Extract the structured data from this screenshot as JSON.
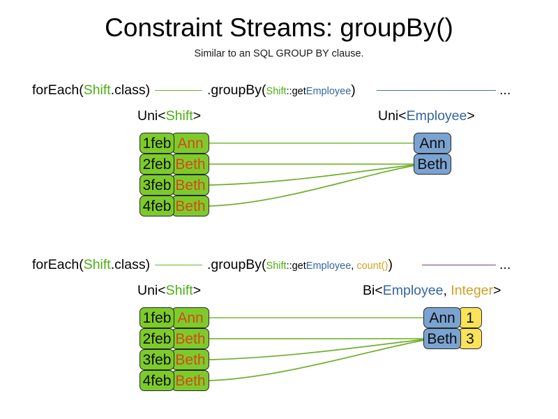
{
  "title": "Constraint Streams: groupBy()",
  "subtitle": "Similar to an SQL GROUP BY clause.",
  "colors": {
    "shift_green": "#7DCB2B",
    "employee_blue": "#7BA3D1",
    "integer_yellow": "#FAE25B",
    "name_orange": "#D9451B",
    "token_shift": "#4CAF14",
    "token_employee": "#3465A4",
    "token_integer": "#C9A227",
    "line_green": "#6CB22C",
    "line_blue": "#4A6FA8",
    "line_purple": "#6B3E8E"
  },
  "sections": [
    {
      "id": "groupby-single",
      "code": {
        "for_each": "forEach(",
        "for_each_type": "Shift",
        "for_each_suffix": ".class)",
        "group_by": ".groupBy(",
        "group_by_arg_class": "Shift",
        "group_by_arg_sep": "::get",
        "group_by_arg_member": "Employee",
        "group_by_close": ")",
        "ellipsis": "..."
      },
      "left_caption": {
        "prefix": "Uni<",
        "generic": "Shift",
        "suffix": ">"
      },
      "right_caption": {
        "prefix": "Uni<",
        "generic": "Employee",
        "suffix": ">"
      },
      "shifts": [
        {
          "date": "1feb",
          "employee": "Ann"
        },
        {
          "date": "2feb",
          "employee": "Beth"
        },
        {
          "date": "3feb",
          "employee": "Beth"
        },
        {
          "date": "4feb",
          "employee": "Beth"
        }
      ],
      "groups": [
        {
          "employee": "Ann"
        },
        {
          "employee": "Beth"
        }
      ],
      "mapping": [
        0,
        1,
        1,
        1
      ]
    },
    {
      "id": "groupby-count",
      "code": {
        "for_each": "forEach(",
        "for_each_type": "Shift",
        "for_each_suffix": ".class)",
        "group_by": ".groupBy(",
        "group_by_arg_class": "Shift",
        "group_by_arg_sep": "::get",
        "group_by_arg_member": "Employee",
        "group_by_arg_comma": ", ",
        "group_by_arg_count": "count()",
        "group_by_close": ")",
        "ellipsis": "..."
      },
      "left_caption": {
        "prefix": "Uni<",
        "generic": "Shift",
        "suffix": ">"
      },
      "right_caption": {
        "prefix": "Bi<",
        "generic": "Employee",
        "mid": ", ",
        "generic2": "Integer",
        "suffix": ">"
      },
      "shifts": [
        {
          "date": "1feb",
          "employee": "Ann"
        },
        {
          "date": "2feb",
          "employee": "Beth"
        },
        {
          "date": "3feb",
          "employee": "Beth"
        },
        {
          "date": "4feb",
          "employee": "Beth"
        }
      ],
      "groups": [
        {
          "employee": "Ann",
          "count": "1"
        },
        {
          "employee": "Beth",
          "count": "3"
        }
      ],
      "mapping": [
        0,
        1,
        1,
        1
      ]
    }
  ]
}
